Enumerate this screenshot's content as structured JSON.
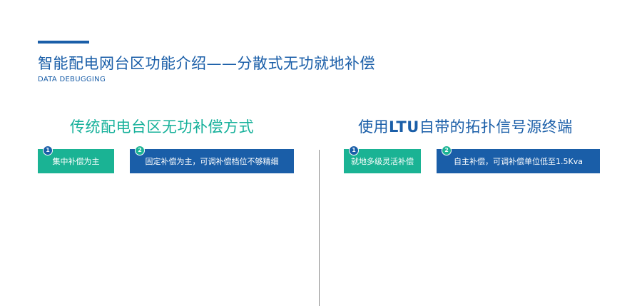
{
  "header": {
    "title": "智能配电网台区功能介绍——分散式无功就地补偿",
    "subtitle": "DATA DEBUGGING"
  },
  "left": {
    "heading": "传统配电台区无功补偿方式",
    "items": [
      {
        "num": "1",
        "text": "集中补偿为主"
      },
      {
        "num": "2",
        "text": "固定补偿为主，可调补偿档位不够精细"
      }
    ]
  },
  "right": {
    "heading_pre": "使用",
    "heading_bold": "LTU",
    "heading_post": "自带的拓扑信号源终端",
    "items": [
      {
        "num": "1",
        "text": "就地多级灵活补偿"
      },
      {
        "num": "2",
        "text": "自主补偿，可调补偿单位低至1.5Kva"
      }
    ]
  },
  "colors": {
    "primary_blue": "#1a5ea8",
    "teal": "#1ab394",
    "divider": "#8a8a8a"
  }
}
